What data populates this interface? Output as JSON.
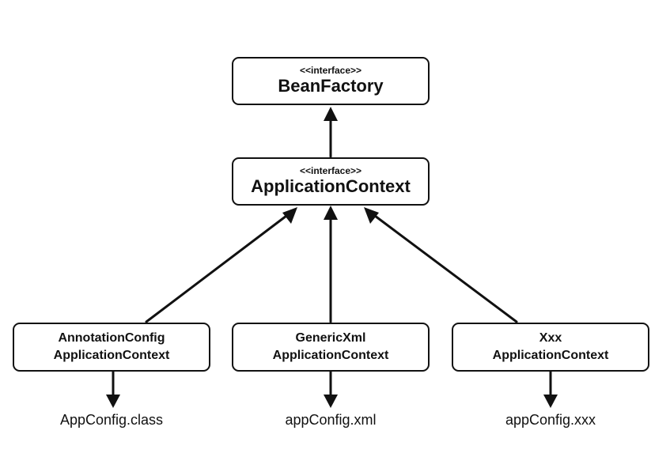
{
  "bean_factory": {
    "stereotype": "<<interface>>",
    "name": "BeanFactory"
  },
  "application_context": {
    "stereotype": "<<interface>>",
    "name": "ApplicationContext"
  },
  "implementations": [
    {
      "line1": "AnnotationConfig",
      "line2": "ApplicationContext",
      "config": "AppConfig.class"
    },
    {
      "line1": "GenericXml",
      "line2": "ApplicationContext",
      "config": "appConfig.xml"
    },
    {
      "line1": "Xxx",
      "line2": "ApplicationContext",
      "config": "appConfig.xxx"
    }
  ]
}
